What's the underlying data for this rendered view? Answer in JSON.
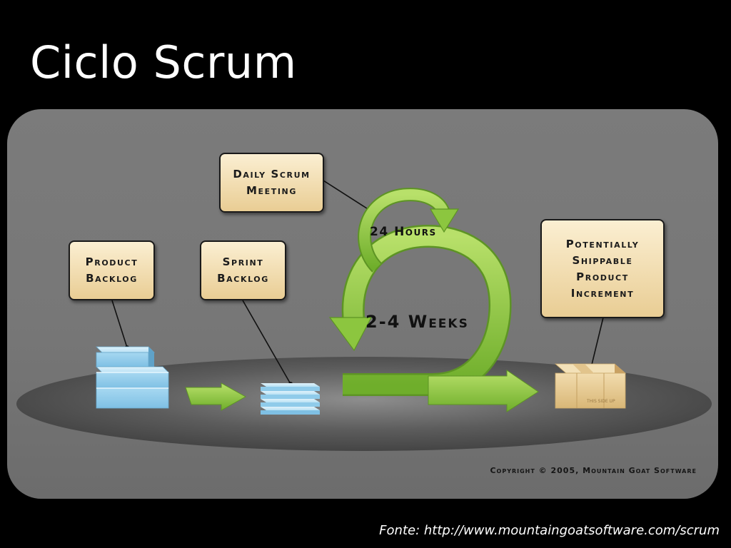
{
  "slide": {
    "title": "Ciclo Scrum",
    "source": "Fonte: http://www.mountaingoatsoftware.com/scrum"
  },
  "diagram": {
    "labels": {
      "daily_scrum": "Daily Scrum\nMeeting",
      "product_backlog": "Product\nBacklog",
      "sprint_backlog": "Sprint\nBacklog",
      "increment": "Potentially\nShippable\nProduct\nIncrement"
    },
    "daily_cycle": "24 Hours",
    "sprint_cycle": "2-4 Weeks",
    "box_stamp": "THIS SIDE UP",
    "copyright": "Copyright © 2005, Mountain Goat Software"
  },
  "colors": {
    "arrow_green": "#8cc63f",
    "backlog_blue": "#9fd3ee",
    "label_fill": "#f2deb0",
    "box_tan": "#e3c68f"
  }
}
